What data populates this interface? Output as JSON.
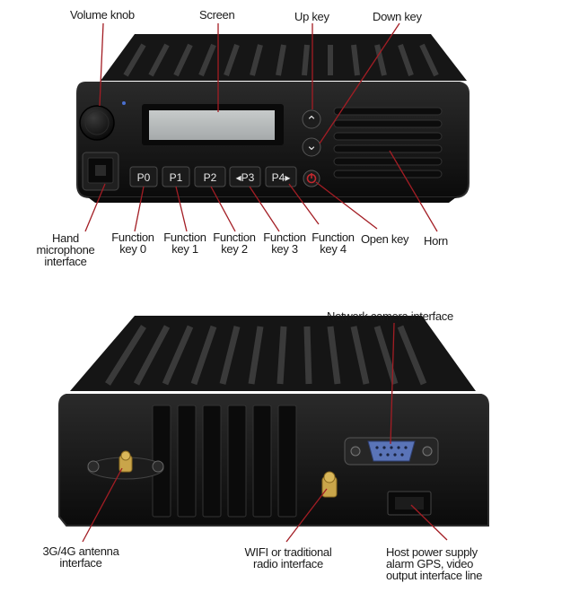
{
  "front_panel": {
    "labels": {
      "volume_knob": "Volume knob",
      "screen": "Screen",
      "up_key": "Up key",
      "down_key": "Down key",
      "hand_microphone": "Hand\nmicrophone\ninterface",
      "function_key_0": "Function\nkey 0",
      "function_key_1": "Function\nkey 1",
      "function_key_2": "Function\nkey 2",
      "function_key_3": "Function\nkey 3",
      "function_key_4": "Function\nkey 4",
      "open_key": "Open key",
      "horn": "Horn"
    },
    "keys": {
      "p0": "P0",
      "p1": "P1",
      "p2": "P2",
      "p3": "◂P3",
      "p4": "P4▸"
    },
    "symbols": {
      "up": "⌃",
      "down": "⌄",
      "power": "⏻"
    }
  },
  "rear_panel": {
    "labels": {
      "network_camera": "Network camera interface",
      "antenna_3g4g": "3G/4G antenna\ninterface",
      "wifi_radio": "WIFI or traditional\nradio interface",
      "host_power": "Host power supply\nalarm GPS, video\noutput interface line"
    }
  },
  "colors": {
    "device_body": "#141414",
    "device_edge": "#2c2c2c",
    "screen": "#b9bcbc",
    "leader_line": "#a31d24",
    "connector_gold": "#c9a54a",
    "db9_blue": "#5a74b8",
    "power_red": "#c0282e"
  }
}
